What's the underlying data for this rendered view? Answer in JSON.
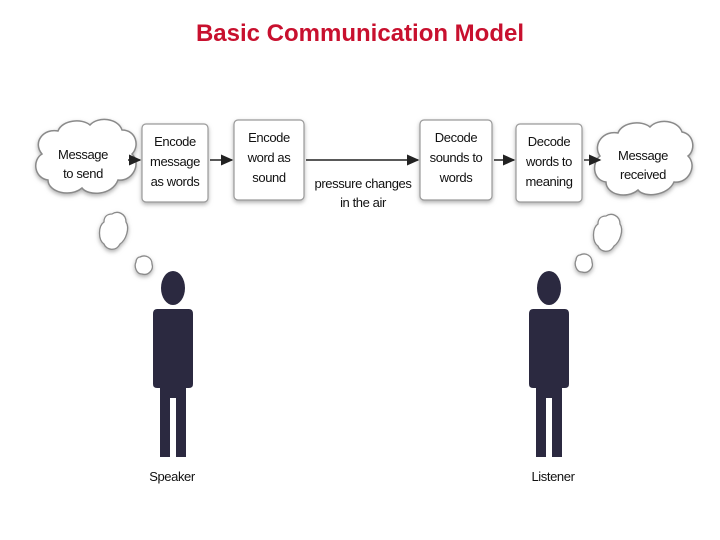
{
  "title": "Basic Communication Model",
  "colors": {
    "title": "#c8102e",
    "figure": "#2b2940",
    "box_border": "#9a9a9a",
    "shadow": "#b8b8b8"
  },
  "clouds": {
    "speaker": [
      "Message",
      "to send"
    ],
    "listener": [
      "Message",
      "received"
    ]
  },
  "steps": [
    [
      "Encode",
      "message",
      "as words"
    ],
    [
      "Encode",
      "word as",
      "sound"
    ],
    [
      "Decode",
      "sounds to",
      "words"
    ],
    [
      "Decode",
      "words to",
      "meaning"
    ]
  ],
  "channel_label": [
    "pressure changes",
    "in the air"
  ],
  "people": {
    "speaker": "Speaker",
    "listener": "Listener"
  }
}
